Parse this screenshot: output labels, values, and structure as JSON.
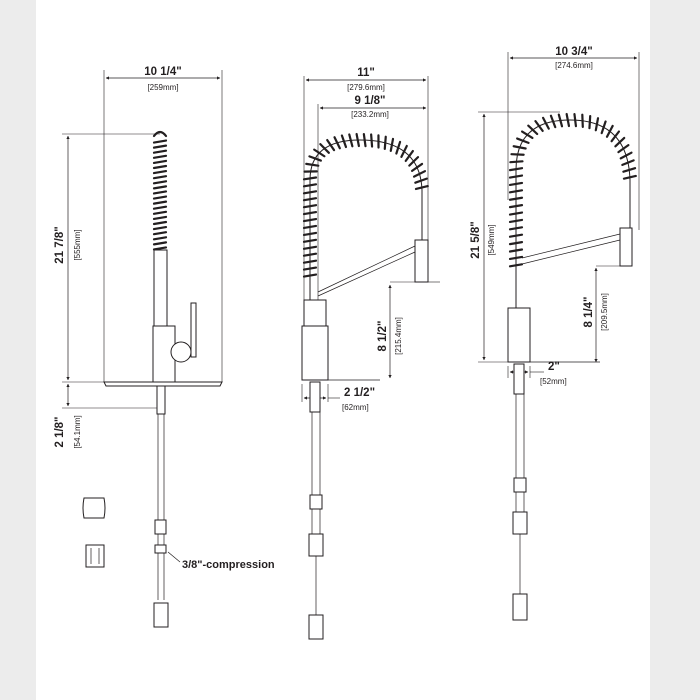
{
  "views": {
    "front": {
      "width_in": "10 1/4\"",
      "width_mm": "[259mm]",
      "height_in": "21 7/8\"",
      "height_mm": "[555mm]",
      "below_in": "2 1/8\"",
      "below_mm": "[54.1mm]",
      "connection_label": "3/8\"-compression"
    },
    "side_left": {
      "width_in": "11\"",
      "width_mm": "[279.6mm]",
      "reach_in": "9 1/8\"",
      "reach_mm": "[233.2mm]",
      "spout_height_in": "8 1/2\"",
      "spout_height_mm": "[215.4mm]",
      "base_in": "2 1/2\"",
      "base_mm": "[62mm]"
    },
    "side_right": {
      "width_in": "10 3/4\"",
      "width_mm": "[274.6mm]",
      "height_in": "21 5/8\"",
      "height_mm": "[549mm]",
      "spout_height_in": "8 1/4\"",
      "spout_height_mm": "[209.5mm]",
      "base_in": "2\"",
      "base_mm": "[52mm]"
    }
  },
  "colors": {
    "line": "#231f20",
    "page": "#ffffff",
    "margin": "#ececec"
  }
}
